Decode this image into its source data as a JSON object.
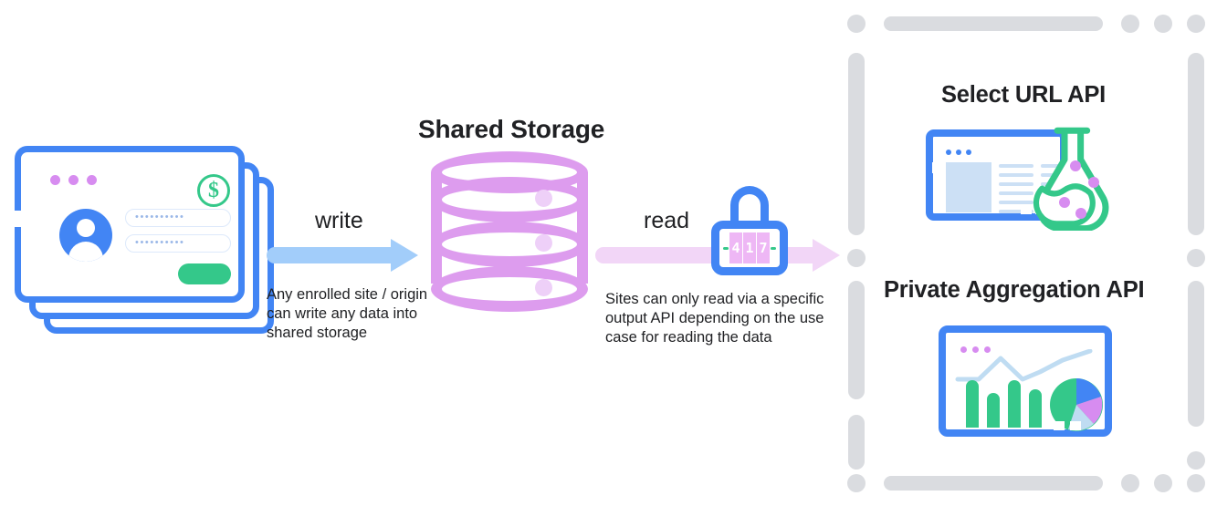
{
  "diagram": {
    "title_center": "Shared Storage",
    "flow": {
      "write": {
        "label": "write",
        "caption": "Any enrolled site / origin can write any data into shared storage",
        "arrow_color": "#a2cdfa",
        "arrow_icon": "right-arrow-icon"
      },
      "read": {
        "label": "read",
        "caption": "Sites can only read via a specific output API depending on the use case for reading the data",
        "arrow_color": "#f2d6f7",
        "arrow_icon": "right-arrow-icon"
      }
    },
    "source": {
      "icon": "browser-login-card-stack-icon",
      "card_count": 3,
      "dots": 3,
      "badge_symbol": "$",
      "field_values": [
        "••••••••••",
        "••••••••••"
      ],
      "colors": {
        "frame": "#4285f4",
        "dots": "#d78cf0",
        "badge": "#34c88a",
        "button": "#34c88a"
      }
    },
    "storage": {
      "icon": "database-cylinder-icon",
      "tiers": 3,
      "color": "#dd9cee",
      "dot_color": "#eed0f8"
    },
    "gate": {
      "icon": "combination-lock-icon",
      "dial_digits": [
        "4",
        "1",
        "7"
      ],
      "dial_color": "#eeb7f5",
      "body_color": "#4285f4",
      "dash_color": "#34c88a"
    },
    "outputs": {
      "border_color": "#dadce0",
      "items": [
        {
          "title": "Select URL API",
          "icon": "browser-window-with-flask-icon",
          "accent": "#34c88a",
          "flask_dots": 4
        },
        {
          "title": "Private Aggregation API",
          "icon": "dashboard-charts-icon",
          "accent": "#4285f4",
          "bar_count": 4,
          "pie_colors": [
            "#34c88a",
            "#4285f4",
            "#d78cf0",
            "#bfdcf2"
          ]
        }
      ]
    }
  }
}
